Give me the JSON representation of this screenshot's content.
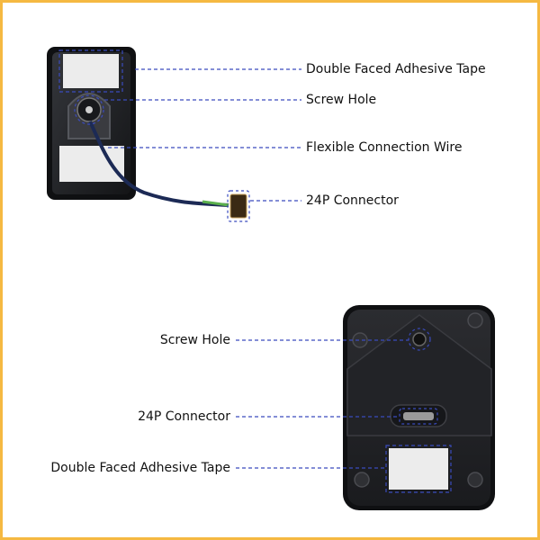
{
  "colors": {
    "frame_border": "#f5b942",
    "leader_line": "#3a4bbd",
    "device_body": "#1e1f22",
    "tape": "#ededed"
  },
  "top_device": {
    "labels": {
      "tape": "Double Faced Adhesive Tape",
      "screw": "Screw Hole",
      "wire": "Flexible Connection Wire",
      "connector": "24P Connector"
    }
  },
  "bottom_device": {
    "labels": {
      "screw": "Screw Hole",
      "connector": "24P Connector",
      "tape": "Double Faced Adhesive Tape"
    }
  }
}
